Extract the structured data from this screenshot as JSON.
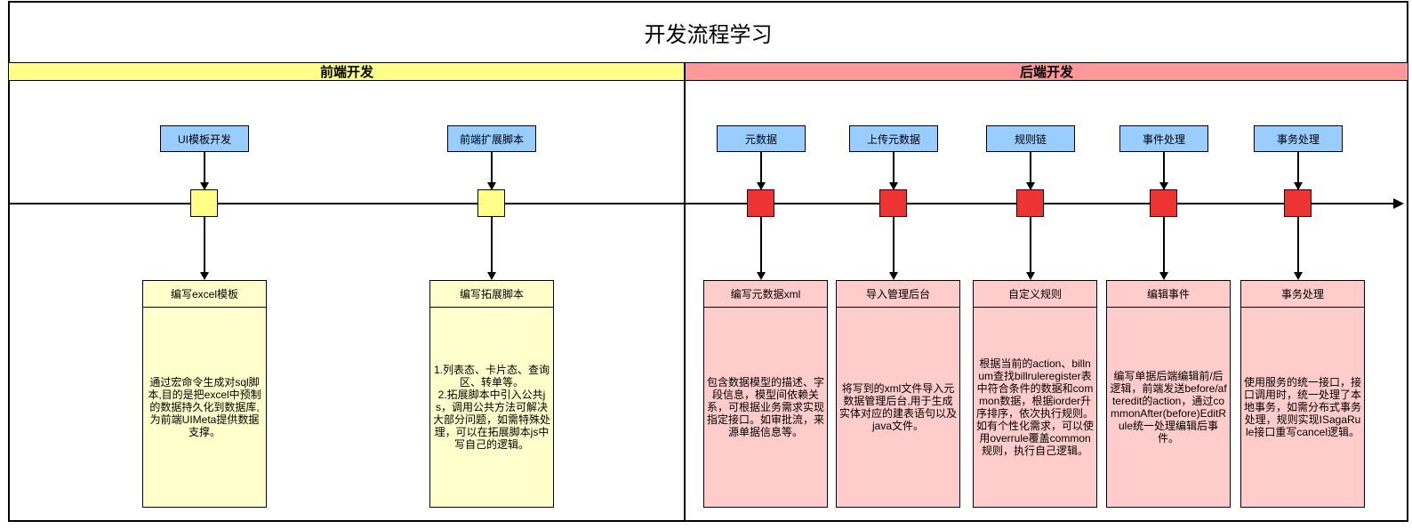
{
  "title": "开发流程学习",
  "lanes": {
    "front": "前端开发",
    "back": "后端开发"
  },
  "colors": {
    "front_lane": "#ffff88",
    "back_lane": "#ff9999",
    "phase_box": "#99ccff",
    "front_marker": "#ffff88",
    "back_marker": "#ee3333",
    "front_card": "#ffffcc",
    "back_card": "#ffcccc"
  },
  "steps": [
    {
      "phase": "UI模板开发",
      "card_title": "编写excel模板",
      "card_body": "通过宏命令生成对sql脚本,目的是把excel中预制的数据持久化到数据库,为前端UIMeta提供数据支撑。"
    },
    {
      "phase": "前端扩展脚本",
      "card_title": "编写拓展脚本",
      "card_body": "1.列表态、卡片态、查询区、转单等。\n2.拓展脚本中引入公共js，调用公共方法可解决大部分问题，如需特殊处理，可以在拓展脚本js中写自己的逻辑。"
    },
    {
      "phase": "元数据",
      "card_title": "编写元数据xml",
      "card_body": "包含数据模型的描述、字段信息，模型间依赖关系，可根据业务需求实现指定接口。如审批流，来源单据信息等。"
    },
    {
      "phase": "上传元数据",
      "card_title": "导入管理后台",
      "card_body": "将写到的xml文件导入元数据管理后台,用于生成实体对应的建表语句以及java文件。"
    },
    {
      "phase": "规则链",
      "card_title": "自定义规则",
      "card_body": "根据当前的action、billnum查找billruleregister表中符合条件的数据和common数据，根据iorder升序排序，依次执行规则。如有个性化需求，可以使用overrule覆盖common规则，执行自己逻辑。"
    },
    {
      "phase": "事件处理",
      "card_title": "编辑事件",
      "card_body": "编写单据后端编辑前/后逻辑，前端发送before/afteredit的action，通过commonAfter(before)EditRule统一处理编辑后事件。"
    },
    {
      "phase": "事务处理",
      "card_title": "事务处理",
      "card_body": "使用服务的统一接口，接口调用时，统一处理了本地事务，如需分布式事务处理，规则实现ISagaRule接口重写cancel逻辑。"
    }
  ]
}
